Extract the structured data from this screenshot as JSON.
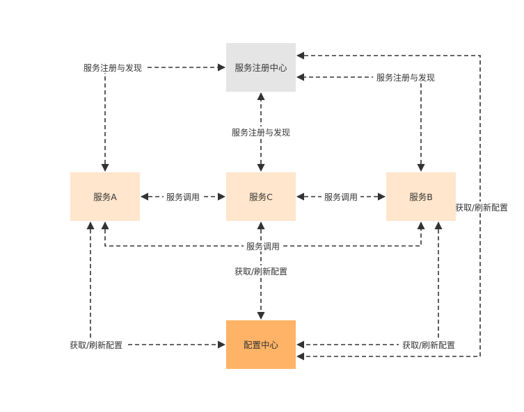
{
  "nodes": {
    "registry": {
      "label": "服务注册中心",
      "fill": "#e5e5e5"
    },
    "service_a": {
      "label": "服务A",
      "fill": "#ffe6cc"
    },
    "service_c": {
      "label": "服务C",
      "fill": "#ffe6cc"
    },
    "service_b": {
      "label": "服务B",
      "fill": "#ffe6cc"
    },
    "config_center": {
      "label": "配置中心",
      "fill": "#ffb366"
    }
  },
  "edges": {
    "register_discover": "服务注册与发现",
    "service_call": "服务调用",
    "fetch_refresh_config": "获取/刷新配置"
  },
  "colors": {
    "line": "#333333",
    "text": "#333333"
  }
}
